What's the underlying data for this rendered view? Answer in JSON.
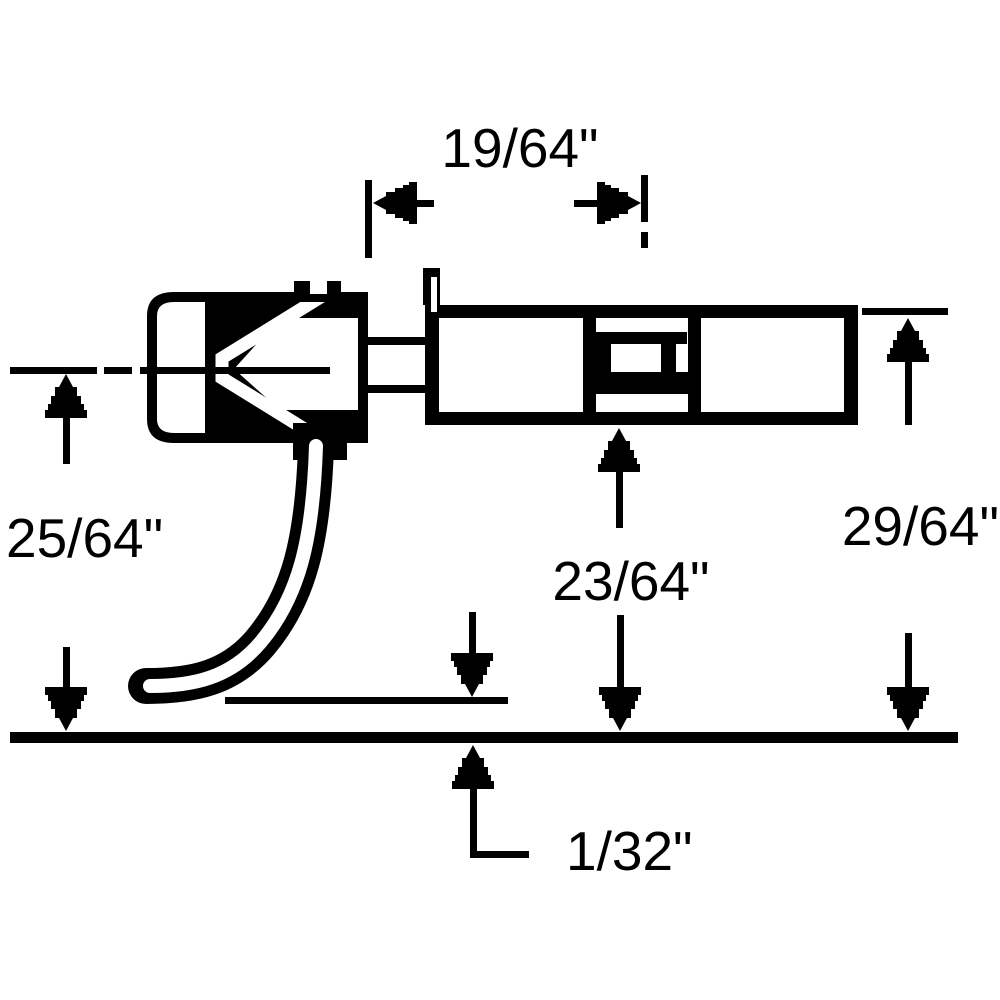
{
  "diagram": {
    "background_color": "#ffffff",
    "ink_color": "#000000",
    "subject": "coupler-side-view-technical-drawing",
    "dimensions": {
      "head_to_post_width": {
        "label": "19/64\""
      },
      "centerline_height": {
        "label": "25/64\""
      },
      "box_bottom_height": {
        "label": "23/64\""
      },
      "box_top_height": {
        "label": "29/64\""
      },
      "trip_pin_clearance": {
        "label": "1/32\""
      }
    }
  }
}
